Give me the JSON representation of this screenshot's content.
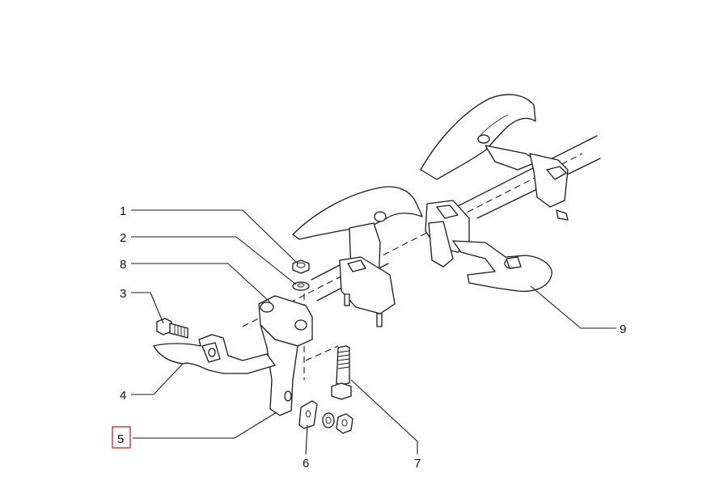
{
  "labels": {
    "l1": "1",
    "l2": "2",
    "l3": "3",
    "l4": "4",
    "l5": "5",
    "l6": "6",
    "l7": "7",
    "l8": "8",
    "l9": "9"
  },
  "highlight": {
    "color": "#d9302c"
  }
}
